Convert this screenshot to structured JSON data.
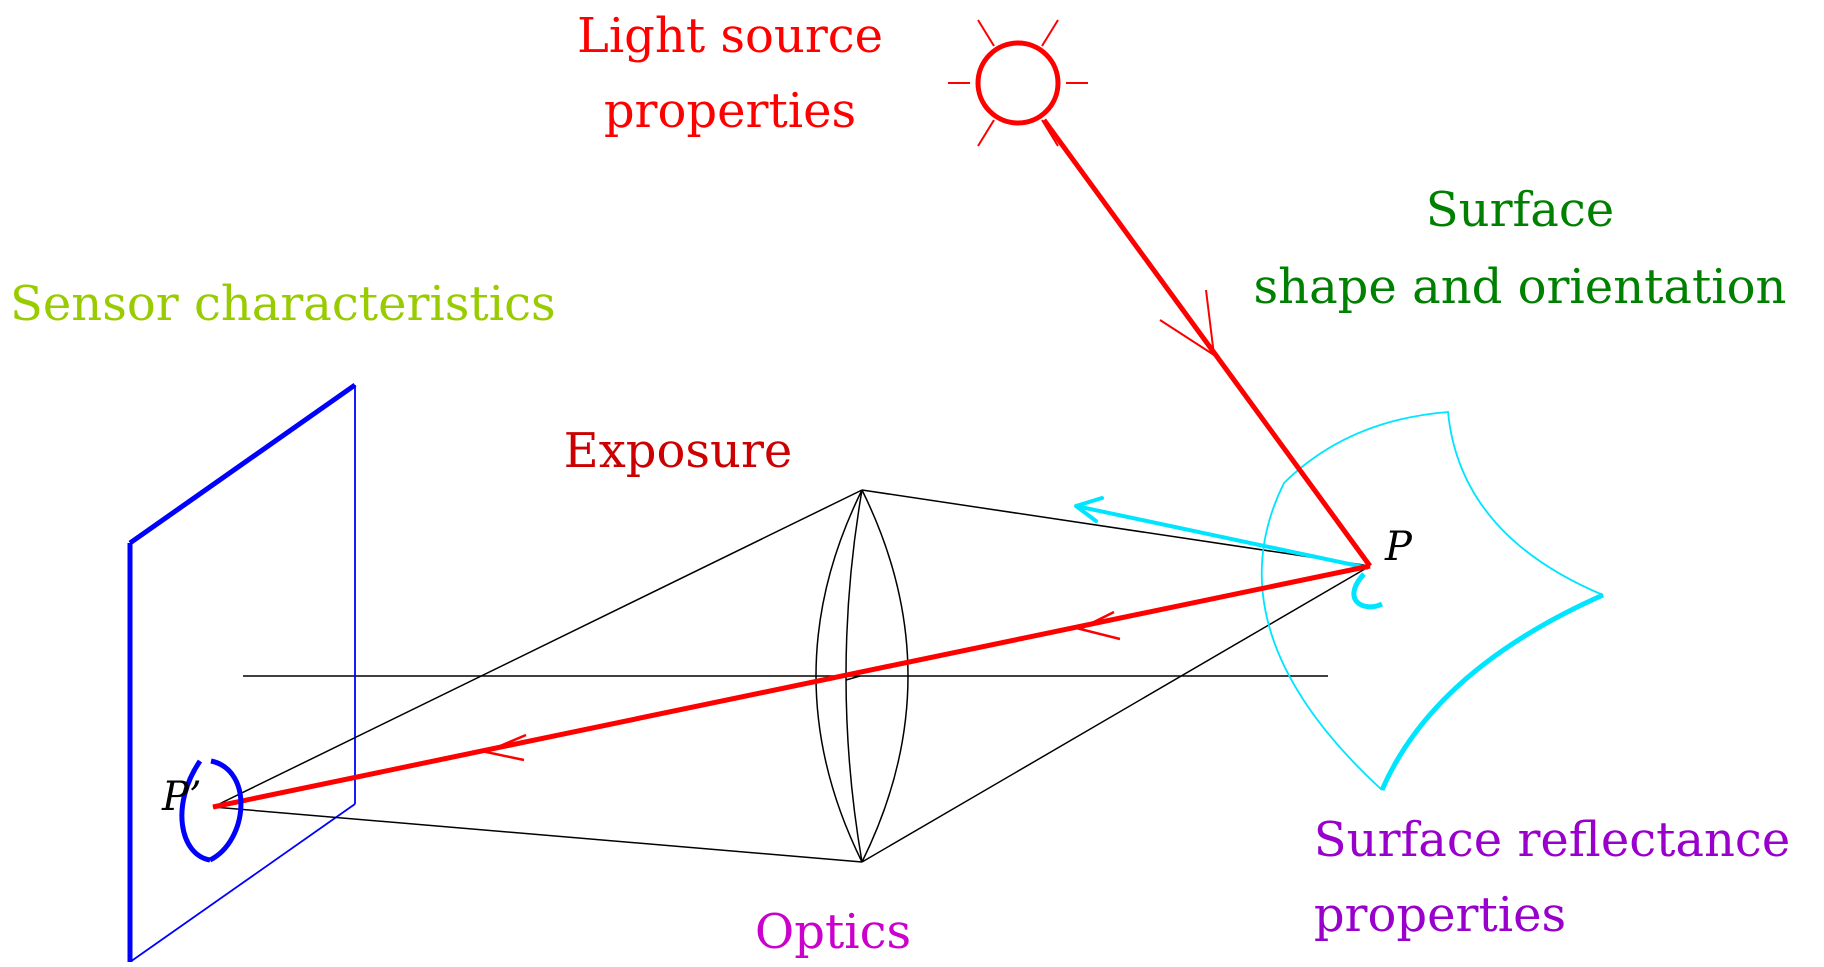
{
  "labels": {
    "light_source_line1": "Light source",
    "light_source_line2": "properties",
    "surface_line1": "Surface",
    "surface_line2": "shape and orientation",
    "sensor": "Sensor characteristics",
    "exposure": "Exposure",
    "point_p": "P",
    "point_p_prime": "P’",
    "reflectance_line1": "Surface reflectance",
    "reflectance_line2": "properties",
    "optics": "Optics"
  },
  "colors": {
    "light": "#ff0000",
    "exposure": "#cc0000",
    "surface_text": "#008000",
    "sensor_text": "#99cc00",
    "sensor_plane": "#0000ff",
    "surface_patch": "#00e5ff",
    "reflectance_text": "#9900cc",
    "optics_text": "#cc00cc",
    "lines": "#000000"
  }
}
